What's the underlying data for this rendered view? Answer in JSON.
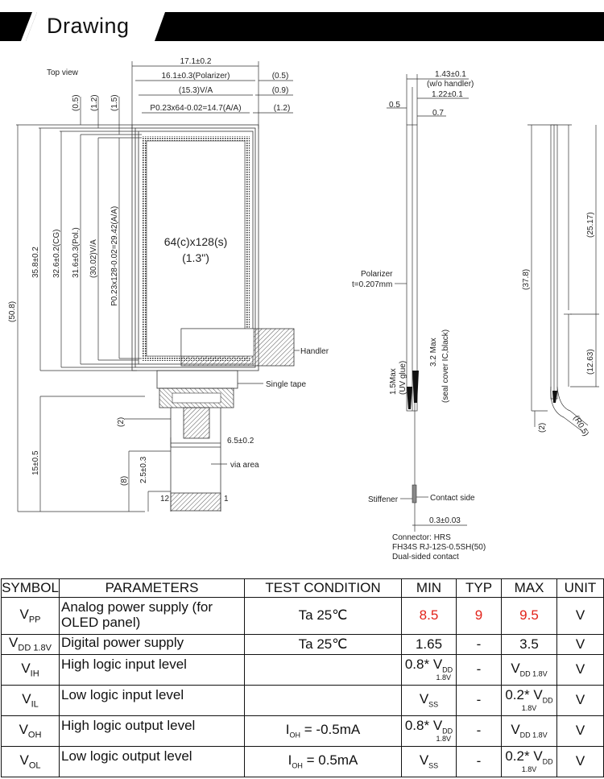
{
  "header": {
    "title": "Drawing"
  },
  "drawing": {
    "top_view": "Top view",
    "dim_w1": "17.1±0.2",
    "dim_w2": "16.1±0.3(Polarizer)",
    "dim_w3": "(15.3)V/A",
    "dim_w4": "P0.23x64-0.02=14.7(A/A)",
    "dim_r1": "(0.5)",
    "dim_r2": "(0.9)",
    "dim_r3": "(1.2)",
    "dim_v1": "(0.5)",
    "dim_v2": "(1.2)",
    "dim_v3": "(1.5)",
    "dim_h_total": "(50.8)",
    "dim_h1": "35.8±0.2",
    "dim_h2": "32.6±0.2(CG)",
    "dim_h3": "31.6±0.3(Pol.)",
    "dim_h4": "(30.02)V/A",
    "dim_h5": "P0.23x128-0.02=29.42(A/A)",
    "resolution": "64(c)x128(s)",
    "size": "(1.3\")",
    "handler": "Handler",
    "single_tape": "Single tape",
    "dim_2": "(2)",
    "dim_15": "15±0.5",
    "dim_65": "6.5±0.2",
    "via_area": "via area",
    "dim_8": "(8)",
    "dim_25": "2.5±0.3",
    "pin_12": "12",
    "pin_1": "1",
    "side_t1": "1.43±0.1",
    "side_t1b": "(w/o handler)",
    "side_t2": "1.22±0.1",
    "side_05": "0.5",
    "side_07": "0.7",
    "polarizer": "Polarizer",
    "polarizer_t": "t=0.207mm",
    "uv_glue_a": "1.5Max",
    "uv_glue_b": "(UV glue)",
    "seal_a": "3.2 Max",
    "seal_b": "(seal cover IC,black)",
    "stiffener": "Stiffener",
    "contact_side": "Contact side",
    "dim_03": "0.3±0.03",
    "connector1": "Connector: HRS",
    "connector2": "FH34S RJ-12S-0.5SH(50)",
    "connector3": "Dual-sided contact",
    "right_378": "(37.8)",
    "right_2517": "(25.17)",
    "right_1263": "(12.63)",
    "right_2": "(2)",
    "right_r05": "(R0.5)"
  },
  "table": {
    "headers": [
      "SYMBOL",
      "PARAMETERS",
      "TEST CONDITION",
      "MIN",
      "TYP",
      "MAX",
      "UNIT"
    ],
    "rows": [
      {
        "sym": "V",
        "sym_sub": "PP",
        "param": "Analog power supply (for OLED panel)",
        "cond": "Ta 25℃",
        "min": "8.5",
        "typ": "9",
        "max": "9.5",
        "unit": "V"
      },
      {
        "sym": "V",
        "sym_sub": "DD 1.8V",
        "param": "Digital power supply",
        "cond": "Ta 25℃",
        "min": "1.65",
        "typ": "-",
        "max": "3.5",
        "unit": "V"
      },
      {
        "sym": "V",
        "sym_sub": "IH",
        "param": "High logic input level",
        "cond": "",
        "min": "0.8* V",
        "min_sub": "DD",
        "min_sub2": "1.8V",
        "typ": "-",
        "max": "V",
        "max_sub": "DD 1.8V",
        "unit": "V"
      },
      {
        "sym": "V",
        "sym_sub": "IL",
        "param": "Low logic input level",
        "cond": "",
        "min": "V",
        "min_sub": "SS",
        "typ": "-",
        "max": "0.2* V",
        "max_sub": "DD",
        "max_sub2": "1.8V",
        "unit": "V"
      },
      {
        "sym": "V",
        "sym_sub": "OH",
        "param": "High logic output level",
        "cond": "I",
        "cond_sub": "OH",
        "cond_rest": " = -0.5mA",
        "min": "0.8* V",
        "min_sub": "DD",
        "min_sub2": "1.8V",
        "typ": "-",
        "max": "V",
        "max_sub": "DD 1.8V",
        "unit": "V"
      },
      {
        "sym": "V",
        "sym_sub": "OL",
        "param": "Low logic output level",
        "cond": "I",
        "cond_sub": "OH",
        "cond_rest": " = 0.5mA",
        "min": "V",
        "min_sub": "SS",
        "typ": "-",
        "max": "0.2* V",
        "max_sub": "DD",
        "max_sub2": "1.8V",
        "unit": "V"
      }
    ]
  }
}
